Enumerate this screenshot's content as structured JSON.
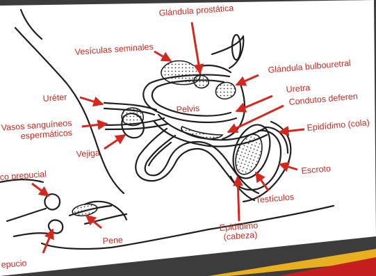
{
  "colors": {
    "label": "#d4281e",
    "arrow": "#d4281e",
    "ink": "#1f1f1f",
    "paper": "#ffffff",
    "surround": "#3c3c3c",
    "bar_dark": "#c41f1f",
    "bar_light": "#e8b020"
  },
  "labels": {
    "glandula_prostatica": "Glándula prostática",
    "vesiculas_seminales": "Vesículas seminales",
    "glandula_bulbouretral": "Glándula bulbouretral",
    "ureter": "Uréter",
    "uretra": "Uretra",
    "conductos_deferentes": "Condutos deferen",
    "pelvis": "Pelvis",
    "vasos_line1": "Vasos sanguíneos",
    "vasos_line2": "espermáticos",
    "epididimo_cola": "Epidídimo (cola)",
    "vejiga": "Vejiga",
    "escroto": "Escroto",
    "saco_prepucial": "co prepucial",
    "testiculos": "Testículos",
    "epididimo_cabeza_line1": "Epidídimo",
    "epididimo_cabeza_line2": "(cabeza)",
    "pene": "Pene",
    "prepucio": "epucio"
  }
}
